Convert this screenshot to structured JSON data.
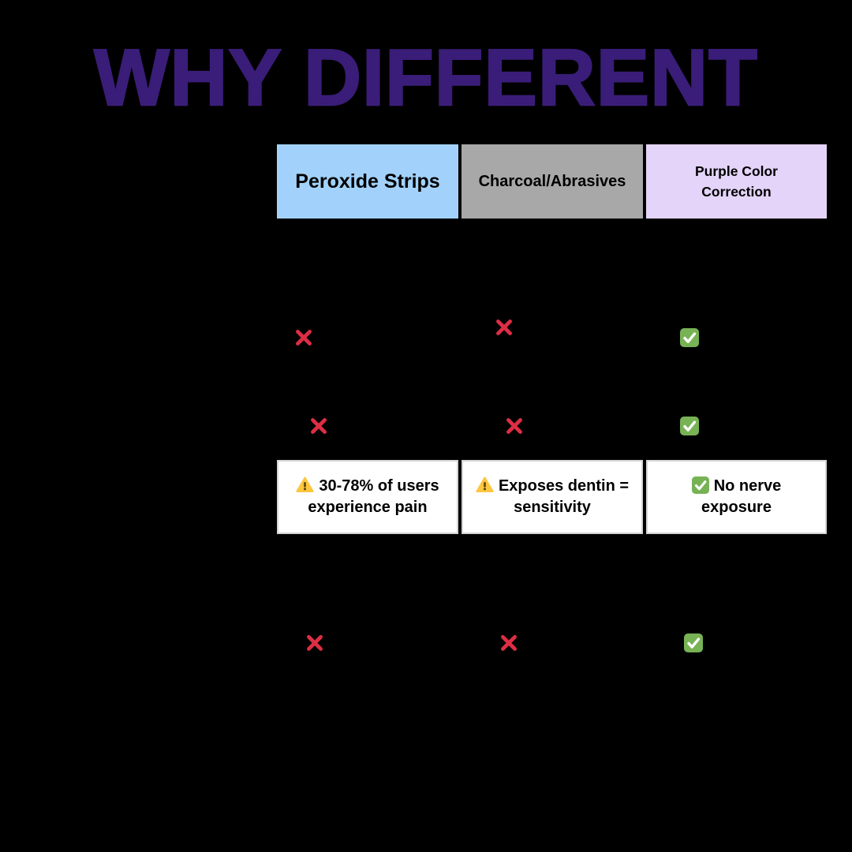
{
  "title": "WHY DIFFERENT",
  "table": {
    "columns": [
      {
        "label": "Peroxide Strips",
        "header_color": "#a2d2fb"
      },
      {
        "label": "Charcoal/Abrasives",
        "header_color": "#a8a8a8"
      },
      {
        "label": "Purple Color Correction",
        "header_color": "#e4d4f9"
      }
    ],
    "mark_rows": [
      {
        "marks": [
          "cross",
          "cross",
          "check"
        ]
      },
      {
        "marks": [
          "cross",
          "cross",
          "check"
        ]
      },
      {
        "marks": [
          "cross",
          "cross",
          "check"
        ]
      }
    ],
    "warning_row": {
      "cells": [
        {
          "icon": "warning-icon",
          "text": "30-78% of users\nexperience pain"
        },
        {
          "icon": "warning-icon",
          "text": "Exposes dentin =\nsensitivity"
        },
        {
          "icon": "check-icon",
          "text": "No nerve\nexposure"
        }
      ]
    }
  },
  "colors": {
    "background": "#000000",
    "title": "#3a1d78",
    "cross_red": "#dd2e44",
    "check_green": "#77b255",
    "warning_yellow": "#fdc63f",
    "cell_white": "#ffffff"
  }
}
